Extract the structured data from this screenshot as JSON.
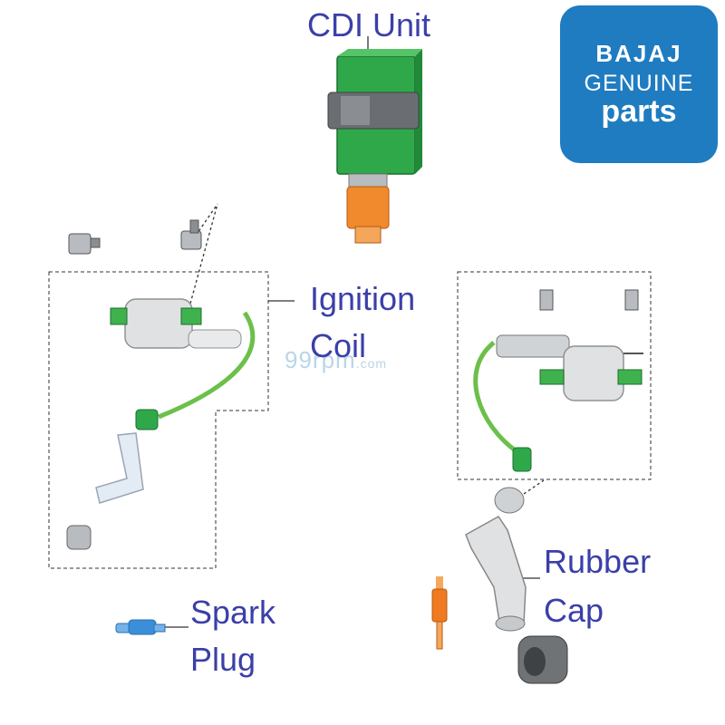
{
  "labels": {
    "cdi_unit": "CDI Unit",
    "ignition_coil_line1": "Ignition",
    "ignition_coil_line2": "Coil",
    "rubber_cap_line1": "Rubber",
    "rubber_cap_line2": "Cap",
    "spark_plug_line1": "Spark",
    "spark_plug_line2": "Plug"
  },
  "logo": {
    "brand": "BAJAJ",
    "line2": "GENUINE",
    "line3": "parts"
  },
  "watermark": {
    "main": "99rpm",
    "suffix": ".com"
  },
  "colors": {
    "label_text": "#3b3fa8",
    "logo_bg": "#1f7cc0",
    "cdi_green": "#2fa84a",
    "coil_gray": "#d8dadc",
    "wire_green": "#6cc04a",
    "spark_orange": "#f07a1f",
    "spark_blue": "#3b8fd8"
  }
}
